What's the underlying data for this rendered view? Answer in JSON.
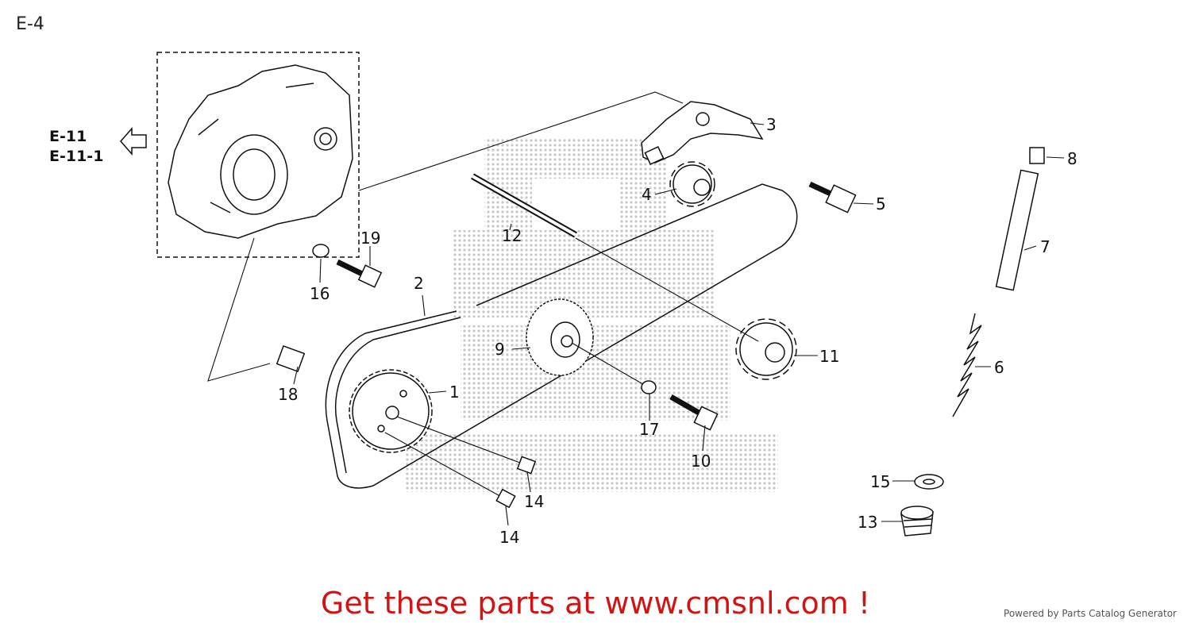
{
  "page": {
    "title": "E-4"
  },
  "references": {
    "ref1": "E-11",
    "ref2": "E-11-1"
  },
  "callouts": [
    "1",
    "2",
    "3",
    "4",
    "5",
    "6",
    "7",
    "8",
    "9",
    "10",
    "11",
    "12",
    "13",
    "14",
    "14",
    "15",
    "16",
    "17",
    "18",
    "19"
  ],
  "footer": {
    "cta": "Get these parts at www.cmsnl.com !",
    "powered": "Powered by Parts Catalog Generator"
  },
  "colors": {
    "cta": "#d01414",
    "ink": "#111111",
    "watermark": "#bfbfbf"
  }
}
